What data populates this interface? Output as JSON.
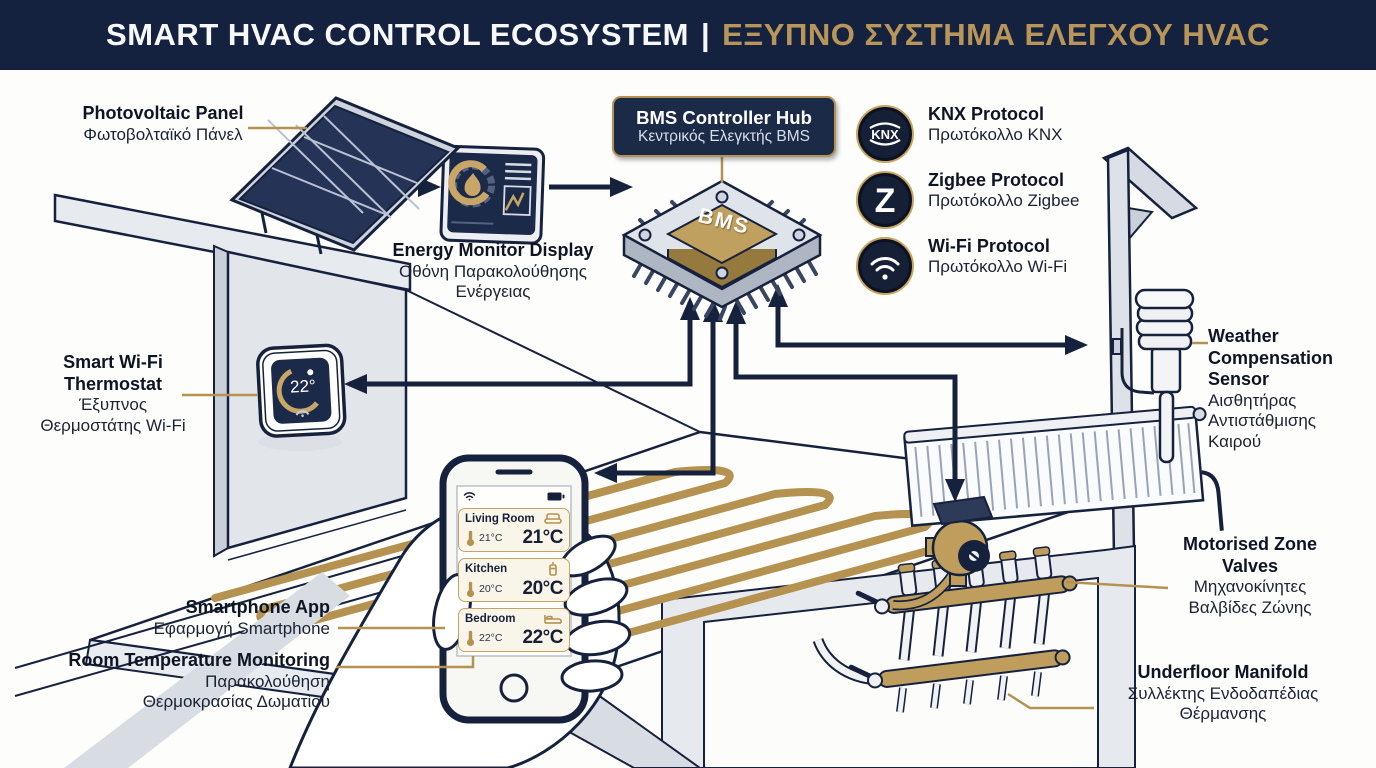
{
  "header": {
    "title_en": "SMART HVAC CONTROL ECOSYSTEM",
    "separator": "|",
    "title_gr": "ΕΞΥΠΝΟ ΣΥΣΤΗΜΑ ΕΛΕΓΧΟΥ HVAC"
  },
  "labels": {
    "photovoltaic": {
      "en": "Photovoltaic Panel",
      "gr": "Φωτοβολταϊκό Πάνελ"
    },
    "energy_monitor": {
      "en": "Energy Monitor Display",
      "gr": [
        "Οθόνη Παρακολούθησης",
        "Ενέργειας"
      ]
    },
    "bms_hub": {
      "en": "BMS Controller Hub",
      "gr": "Κεντρικός Ελεγκτής BMS"
    },
    "weather": {
      "en": [
        "Weather",
        "Compensation",
        "Sensor"
      ],
      "gr": [
        "Αισθητήρας",
        "Αντιστάθμισης",
        "Καιρού"
      ]
    },
    "thermostat": {
      "en": [
        "Smart Wi-Fi",
        "Thermostat"
      ],
      "gr": [
        "Έξυπνος",
        "Θερμοστάτης Wi-Fi"
      ]
    },
    "smartphone_app": {
      "en": "Smartphone App",
      "gr": "Εφαρμογή Smartphone"
    },
    "room_monitoring": {
      "en": "Room Temperature Monitoring",
      "gr": [
        "Παρακολούθηση",
        "Θερμοκρασίας Δωματίου"
      ]
    },
    "zone_valves": {
      "en": [
        "Motorised Zone",
        "Valves"
      ],
      "gr": [
        "Μηχανοκίνητες",
        "Βαλβίδες Ζώνης"
      ]
    },
    "manifold": {
      "en": "Underfloor Manifold",
      "gr": [
        "Συλλέκτης Ενδοδαπέδιας",
        "Θέρμανσης"
      ]
    }
  },
  "protocols": [
    {
      "en": "KNX Protocol",
      "gr": "Πρωτόκολλο KNX",
      "icon": "knx-icon",
      "glyph": "KNX"
    },
    {
      "en": "Zigbee Protocol",
      "gr": "Πρωτόκολλο Zigbee",
      "icon": "zigbee-icon",
      "glyph": "Z"
    },
    {
      "en": "Wi-Fi Protocol",
      "gr": "Πρωτόκολλο Wi-Fi",
      "icon": "wifi-icon"
    }
  ],
  "chip": {
    "label": "BMS"
  },
  "thermostat_device": {
    "temp": "22°"
  },
  "phone": {
    "rooms": [
      {
        "name": "Living Room",
        "temp_small": "21°C",
        "temp_big": "21°C",
        "icon": "sofa-icon"
      },
      {
        "name": "Kitchen",
        "temp_small": "20°C",
        "temp_big": "20°C",
        "icon": "kitchen-icon"
      },
      {
        "name": "Bedroom",
        "temp_small": "22°C",
        "temp_big": "22°C",
        "icon": "bed-icon"
      }
    ]
  },
  "colors": {
    "navy": "#15223f",
    "gold": "#b5924f",
    "gold_text": "#c9a55f",
    "card_bg": "#faf5e9"
  }
}
